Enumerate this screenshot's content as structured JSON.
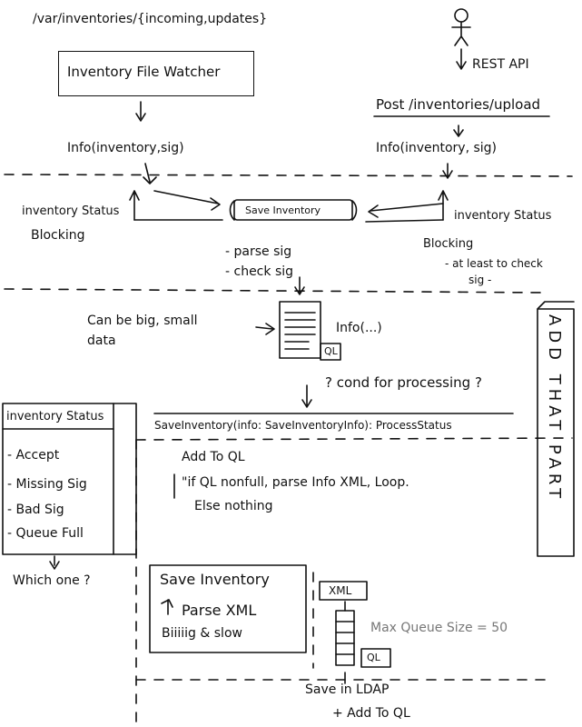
{
  "top_left": {
    "path": "/var/inventories/{incoming,updates}",
    "watcher": "Inventory File Watcher",
    "info": "Info(inventory,sig)"
  },
  "top_right": {
    "api": "REST API",
    "endpoint": "Post /inventories/upload",
    "info": "Info(inventory, sig)"
  },
  "middle": {
    "left_status": "inventory Status",
    "left_blocking": "Blocking",
    "save_box": "Save Inventory",
    "right_status": "inventory Status",
    "right_blocking": "Blocking",
    "right_note_1": "- at least to check",
    "right_note_2": "sig -",
    "steps": [
      "- parse sig",
      "- check sig"
    ]
  },
  "doc": {
    "note_1": "Can be big, small",
    "note_2": "data",
    "info": "Info(...)",
    "ql": "QL"
  },
  "cond": "? cond for processing ?",
  "signature": "SaveInventory(info: SaveInventoryInfo): ProcessStatus",
  "add_to_ql": "Add To QL",
  "rule_1": "\"if QL nonfull, parse Info XML, Loop.",
  "rule_2": "Else nothing",
  "status_panel": {
    "title": "inventory Status",
    "items": [
      "- Accept",
      "- Missing Sig",
      "- Bad Sig",
      "- Queue Full"
    ],
    "question": "Which one ?"
  },
  "side_banner": "ADD THAT PART",
  "bottom_box": {
    "title": "Save Inventory",
    "step_1": "Parse XML",
    "step_2": "Biiiiig & slow"
  },
  "queue": {
    "xml": "XML",
    "max": "Max Queue Size = 50",
    "ql": "QL"
  },
  "bottom_text": {
    "save_ldap": "Save in LDAP",
    "add_ql": "+ Add To QL"
  }
}
